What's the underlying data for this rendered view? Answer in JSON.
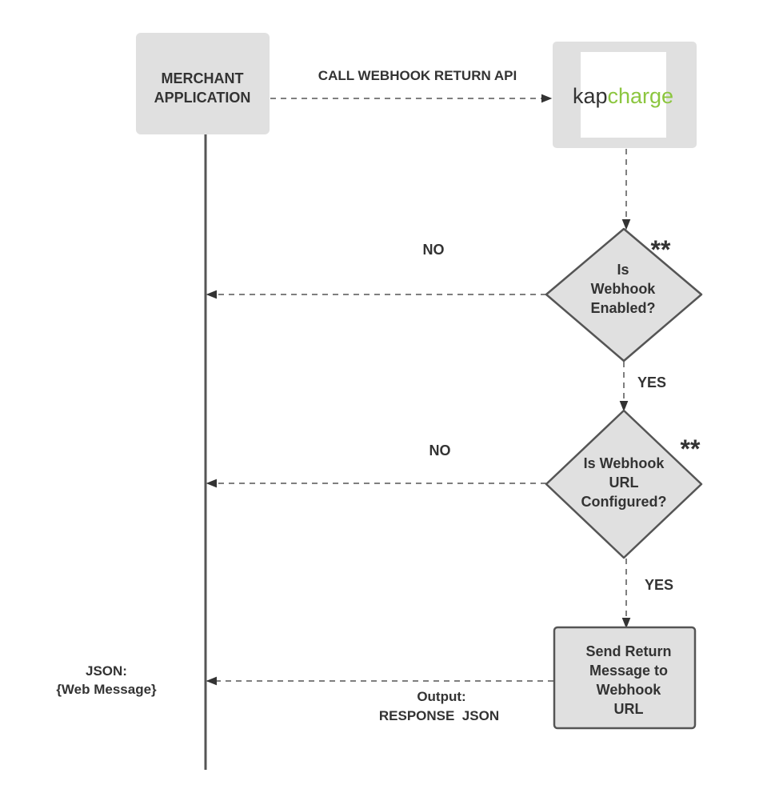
{
  "nodes": {
    "merchant": {
      "line1": "MERCHANT",
      "line2": "APPLICATION"
    },
    "kapcharge_logo": {
      "part1": "kap",
      "part2": "charge",
      "color_dark": "#333333",
      "color_green": "#8cc63f"
    },
    "decision_enabled": {
      "line1": "Is",
      "line2": "Webhook",
      "line3": "Enabled?",
      "marker": "**"
    },
    "decision_url": {
      "line1": "Is Webhook",
      "line2": "URL",
      "line3": "Configured?",
      "marker": "**"
    },
    "send_message": {
      "line1": "Send Return",
      "line2": "Message to",
      "line3": "Webhook",
      "line4": "URL"
    }
  },
  "edges": {
    "call_api": "CALL WEBHOOK RETURN API",
    "no_enabled": "NO",
    "yes_enabled": "YES",
    "no_url": "NO",
    "yes_url": "YES",
    "output_line1": "Output:",
    "output_line2": "RESPONSE  JSON"
  },
  "merchant_note": {
    "line1": "JSON:",
    "line2": "{Web Message}"
  },
  "colors": {
    "box_fill": "#e0e0e0",
    "stroke": "#555555",
    "text": "#333333"
  }
}
